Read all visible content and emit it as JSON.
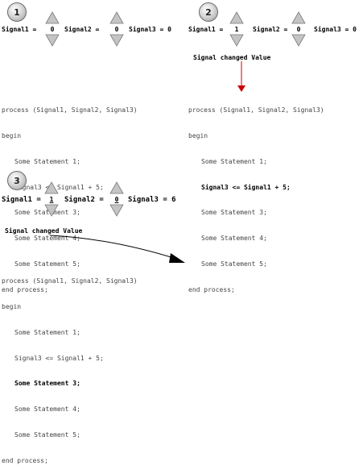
{
  "panel1": {
    "badge": "1",
    "signal1_label": "Signal1 =",
    "signal1_value": "0",
    "signal2_label": "Signal2 =",
    "signal2_value": "0",
    "signal3_label": "Signal3 = 0",
    "code": [
      "process (Signal1, Signal2, Signal3)",
      "begin",
      "Some Statement 1;",
      "Signal3 <= Signal1 + 5;",
      "Some Statement 3;",
      "Some Statement 4;",
      "Some Statement 5;",
      "end process;"
    ]
  },
  "panel2": {
    "badge": "2",
    "signal1_label": "Signal1 =",
    "signal1_value": "1",
    "signal2_label": "Signal2 =",
    "signal2_value": "0",
    "signal3_label": "Signal3 = 0",
    "annotation": "Signal changed Value",
    "code": [
      "process (Signal1, Signal2, Signal3)",
      "begin",
      "Some Statement 1;",
      "Signal3 <= Signal1 + 5;",
      "Some Statement 3;",
      "Some Statement 4;",
      "Some Statement 5;",
      "end process;"
    ]
  },
  "panel3": {
    "badge": "3",
    "signal1_label": "Signal1 =",
    "signal1_value": "1",
    "signal2_label": "Signal2 =",
    "signal2_value": "0",
    "signal3_label": "Signal3 = 6",
    "annotation": "Signal changed Value",
    "code": [
      "process (Signal1, Signal2, Signal3)",
      "begin",
      "Some Statement 1;",
      "Signal3 <= Signal1 + 5;",
      "Some Statement 3;",
      "Some Statement 4;",
      "Some Statement 5;",
      "end process;"
    ]
  },
  "colors": {
    "arrow_red": "#cc0000",
    "arrow_black": "#000000",
    "spinner_gray": "#c4c4c4"
  }
}
